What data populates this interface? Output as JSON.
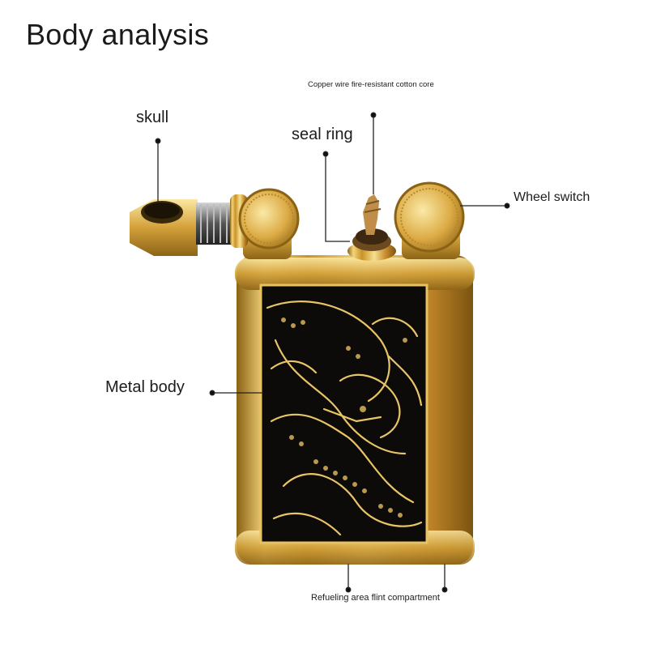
{
  "title": "Body analysis",
  "labels": {
    "skull": "skull",
    "seal_ring": "seal ring",
    "copper_wire": "Copper wire fire-resistant cotton core",
    "wheel_switch": "Wheel switch",
    "metal_body": "Metal body",
    "bottom": "Refueling area flint compartment"
  },
  "colors": {
    "gold": "#d9aa3a",
    "gold_dark": "#8a6214",
    "gold_light": "#f6dc8c",
    "panel": "#0c0b09",
    "leader_line": "#222222"
  }
}
